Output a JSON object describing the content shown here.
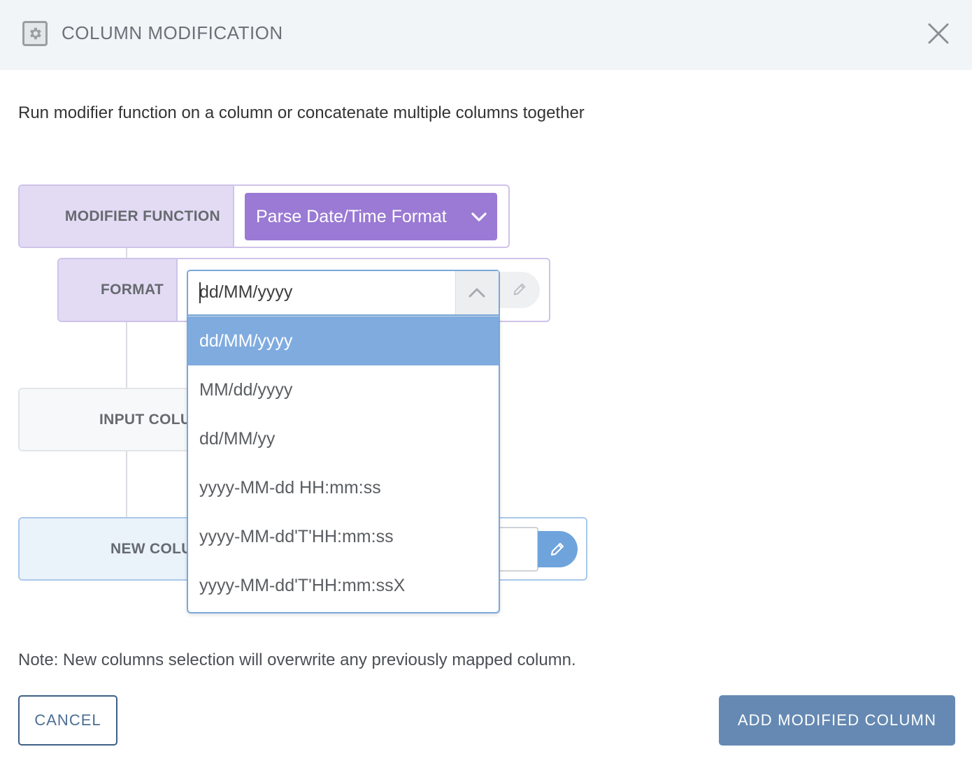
{
  "dialog": {
    "title": "COLUMN MODIFICATION",
    "description": "Run modifier function on a column or concatenate multiple columns together",
    "note": "Note: New columns selection will overwrite any previously mapped column."
  },
  "modifier": {
    "label": "MODIFIER FUNCTION",
    "selected": "Parse Date/Time Format"
  },
  "format": {
    "label": "FORMAT",
    "value": "dd/MM/yyyy",
    "options": [
      "dd/MM/yyyy",
      "MM/dd/yyyy",
      "dd/MM/yy",
      "yyyy-MM-dd HH:mm:ss",
      "yyyy-MM-dd'T'HH:mm:ss",
      "yyyy-MM-dd'T'HH:mm:ssX"
    ],
    "selected_index": 0
  },
  "input_column": {
    "label": "INPUT COLU"
  },
  "new_column": {
    "label": "NEW COLU"
  },
  "buttons": {
    "cancel": "CANCEL",
    "add": "ADD MODIFIED COLUMN"
  },
  "icons": {
    "header": "gear-icon",
    "close": "close-icon",
    "dropdown": "chevron-down-icon",
    "toggle": "chevron-up-icon",
    "edit": "pencil-icon"
  },
  "colors": {
    "accent_purple": "#9a7ad4",
    "accent_blue": "#6fa3dc",
    "primary_button": "#6589b2",
    "selected_option": "#7fabdf"
  }
}
